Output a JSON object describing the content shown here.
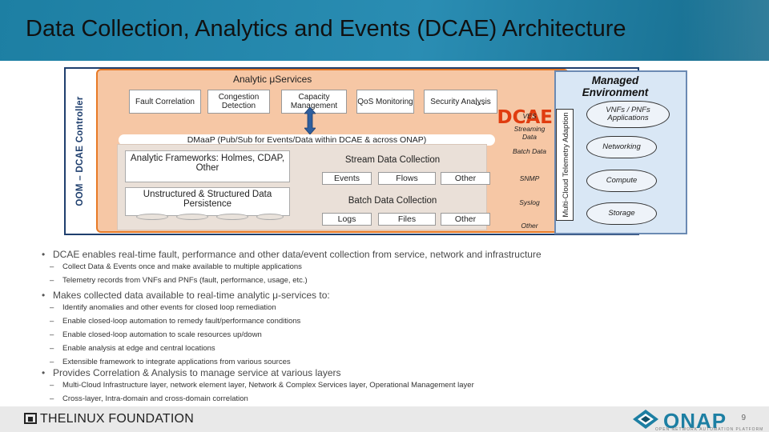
{
  "header": {
    "title": "Data Collection, Analytics and Events (DCAE) Architecture"
  },
  "diagram": {
    "oom_label": "OOM – DCAE Controller",
    "analytic_title": "Analytic μServices",
    "services": [
      "Fault Correlation",
      "Congestion Detection",
      "Capacity Management",
      "QoS Monitoring",
      "Security Analysis"
    ],
    "ellipsis": "…",
    "dcae_label": "DCAE",
    "dmaap_label": "DMaaP (Pub/Sub for Events/Data within DCAE & across ONAP)",
    "frameworks": "Analytic Frameworks: Holmes, CDAP, Other",
    "persistence": "Unstructured & Structured Data Persistence",
    "stream_title": "Stream Data Collection",
    "stream_chips": [
      "Events",
      "Flows",
      "Other"
    ],
    "batch_title": "Batch Data Collection",
    "batch_chips": [
      "Logs",
      "Files",
      "Other"
    ],
    "side_labels": [
      "VES",
      "Streaming Data",
      "Batch Data",
      "SNMP",
      "Syslog",
      "Other"
    ],
    "multicloud": "Multi-Cloud Telemetry Adaption",
    "env_title": "Managed Environment",
    "env_items": [
      "VNFs / PNFs Applications",
      "Networking",
      "Compute",
      "Storage"
    ]
  },
  "bullets": [
    {
      "text": "DCAE enables real-time fault, performance and other data/event collection from service, network and infrastructure",
      "subs": [
        "Collect Data & Events once and make available to multiple applications",
        "Telemetry records from VNFs and PNFs (fault, performance, usage, etc.)"
      ]
    },
    {
      "text": "Makes collected data available to real-time analytic μ-services to:",
      "subs": [
        "Identify anomalies and other events for closed loop remediation",
        "Enable closed-loop automation to remedy fault/performance conditions",
        "Enable closed-loop automation to scale resources up/down",
        "Enable analysis at edge and central locations",
        "Extensible framework to integrate applications from various sources"
      ]
    },
    {
      "text": "Provides Correlation & Analysis to manage service at various layers",
      "subs": [
        "Multi-Cloud Infrastructure layer, network element layer, Network & Complex Services layer, Operational Management layer",
        "Cross-layer, Intra-domain and cross-domain correlation"
      ]
    }
  ],
  "footer": {
    "lf_logo": "THELINUX FOUNDATION",
    "onap_logo": "ONAP",
    "onap_tagline": "OPEN NETWORK AUTOMATION PLATFORM",
    "page_number": "9"
  },
  "colors": {
    "header": "#1d7fa3",
    "dcae_fill": "#f6c7a5",
    "dcae_border": "#e87a26",
    "dcae_text": "#e03c0f",
    "env_fill": "#d9e7f5",
    "onap": "#1d7fa3"
  }
}
